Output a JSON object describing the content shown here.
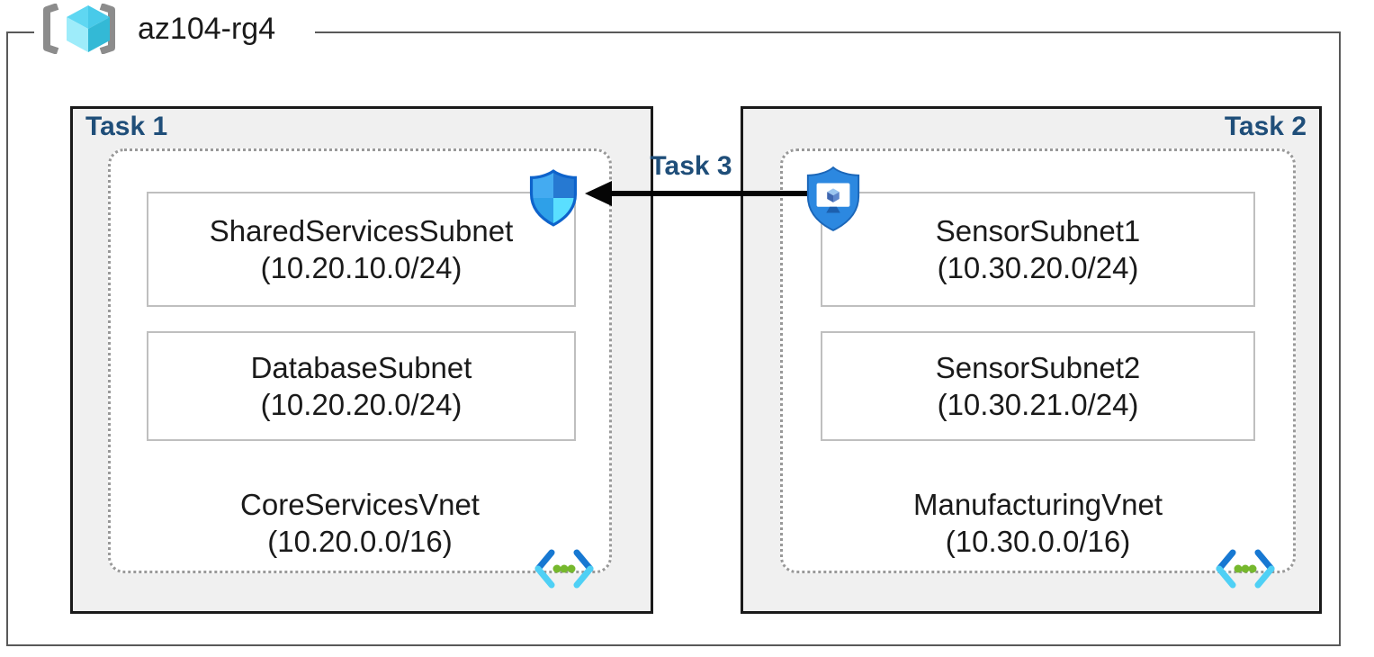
{
  "resource_group": {
    "name": "az104-rg4"
  },
  "labels": {
    "task1": "Task 1",
    "task2": "Task 2",
    "task3": "Task 3"
  },
  "vnets": [
    {
      "name": "CoreServicesVnet",
      "cidr": "(10.20.0.0/16)",
      "task_label": "Task 1",
      "subnets": [
        {
          "name": "SharedServicesSubnet",
          "cidr": "(10.20.10.0/24)"
        },
        {
          "name": "DatabaseSubnet",
          "cidr": "(10.20.20.0/24)"
        }
      ]
    },
    {
      "name": "ManufacturingVnet",
      "cidr": "(10.30.0.0/16)",
      "task_label": "Task 2",
      "subnets": [
        {
          "name": "SensorSubnet1",
          "cidr": "(10.30.20.0/24)"
        },
        {
          "name": "SensorSubnet2",
          "cidr": "(10.30.21.0/24)"
        }
      ]
    }
  ],
  "icons": {
    "resource_group": "resource-group-icon",
    "nsg_shield": "network-security-group-icon",
    "bastion": "bastion-icon",
    "virtual_network": "virtual-network-icon"
  },
  "arrow": {
    "from": "bastion-icon",
    "to": "network-security-group-icon",
    "label": "Task 3",
    "direction": "right-to-left"
  },
  "colors": {
    "task_label": "#1F4E79",
    "task_box_fill": "#F0F0F0",
    "task_box_border": "#1A1A1A",
    "outer_border": "#595959",
    "dotted_border": "#999999",
    "subnet_box_border": "#BFBFBF",
    "arrow": "#050505",
    "nsg_outline": "#0E63CB",
    "bastion_fill": "#2C88E0",
    "vnet_chevron_dark": "#1778D2",
    "vnet_chevron_light": "#4FD0F5",
    "vnet_dot_green": "#76B82D"
  }
}
